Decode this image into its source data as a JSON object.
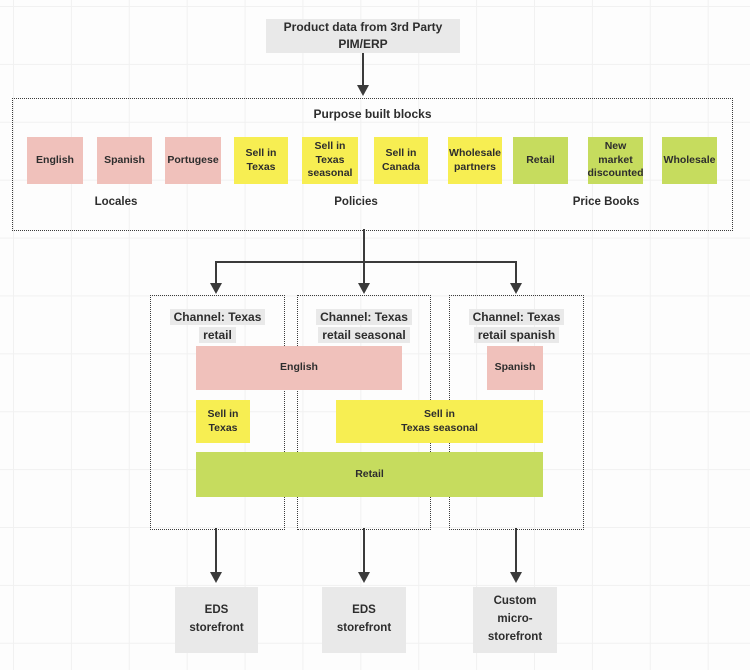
{
  "source": {
    "label": "Product data from 3rd Party PIM/ERP"
  },
  "purpose_blocks": {
    "title": "Purpose built blocks",
    "items": [
      {
        "label": "English",
        "type": "locale"
      },
      {
        "label": "Spanish",
        "type": "locale"
      },
      {
        "label": "Portugese",
        "type": "locale"
      },
      {
        "label": "Sell in\nTexas",
        "type": "policy"
      },
      {
        "label": "Sell in\nTexas\nseasonal",
        "type": "policy"
      },
      {
        "label": "Sell in\nCanada",
        "type": "policy"
      },
      {
        "label": "Wholesale\npartners",
        "type": "policy"
      },
      {
        "label": "Retail",
        "type": "price_book"
      },
      {
        "label": "New\nmarket\ndiscounted",
        "type": "price_book"
      },
      {
        "label": "Wholesale",
        "type": "price_book"
      }
    ],
    "groups": [
      {
        "label": "Locales"
      },
      {
        "label": "Policies"
      },
      {
        "label": "Price Books"
      }
    ]
  },
  "channels": [
    {
      "title": "Channel: Texas\nretail"
    },
    {
      "title": "Channel: Texas\nretail seasonal"
    },
    {
      "title": "Channel: Texas\nretail spanish"
    }
  ],
  "channel_blocks": [
    {
      "label": "English",
      "type": "locale"
    },
    {
      "label": "Spanish",
      "type": "locale"
    },
    {
      "label": "Sell in\nTexas",
      "type": "policy"
    },
    {
      "label": "Sell in\nTexas seasonal",
      "type": "policy"
    },
    {
      "label": "Retail",
      "type": "price_book"
    }
  ],
  "storefronts": [
    {
      "label": "EDS\nstorefront"
    },
    {
      "label": "EDS\nstorefront"
    },
    {
      "label": "Custom\nmicro-\nstorefront"
    }
  ],
  "colors": {
    "locale": "#f0c1bb",
    "policy": "#f7ee52",
    "price_book": "#c6dc5e",
    "gray_node": "#e9e9e9",
    "line": "#3a3a3a",
    "grid": "#f1f1f1"
  }
}
